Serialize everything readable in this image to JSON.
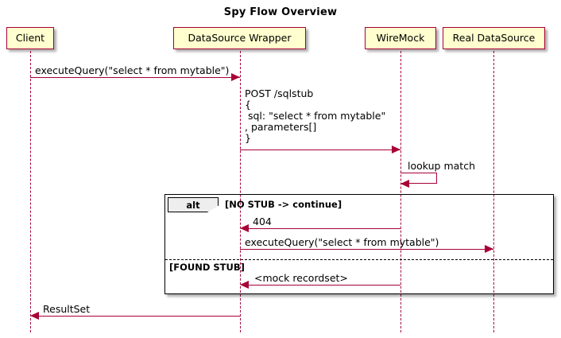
{
  "diagram": {
    "title": "Spy Flow Overview",
    "type": "sequence-diagram",
    "colors": {
      "participant_fill": "#FEFECE",
      "participant_border": "#A80036",
      "arrow": "#A80036",
      "frame_border": "#000000",
      "frame_tab_fill": "#EEEEEE",
      "background": "#FFFFFF"
    }
  },
  "participants": [
    {
      "id": "client",
      "label": "Client"
    },
    {
      "id": "wrapper",
      "label": "DataSource Wrapper"
    },
    {
      "id": "wiremock",
      "label": "WireMock"
    },
    {
      "id": "realds",
      "label": "Real DataSource"
    }
  ],
  "messages": [
    {
      "id": "m1",
      "label": "executeQuery(\"select * from mytable\")",
      "from": "client",
      "to": "wrapper",
      "direction": "right"
    },
    {
      "id": "m2",
      "label": "POST /sqlstub\n{\n sql: \"select * from mytable\"\n, parameters[]\n}",
      "from": "wrapper",
      "to": "wiremock",
      "direction": "right"
    },
    {
      "id": "m3",
      "label": "lookup match",
      "from": "wiremock",
      "to": "wiremock",
      "direction": "self"
    },
    {
      "id": "m4",
      "label": "404",
      "from": "wiremock",
      "to": "wrapper",
      "direction": "left"
    },
    {
      "id": "m5",
      "label": "executeQuery(\"select * from mytable\")",
      "from": "wrapper",
      "to": "realds",
      "direction": "right"
    },
    {
      "id": "m6",
      "label": "<mock recordset>",
      "from": "wiremock",
      "to": "wrapper",
      "direction": "left"
    },
    {
      "id": "m7",
      "label": "ResultSet",
      "from": "wrapper",
      "to": "client",
      "direction": "left"
    }
  ],
  "fragment": {
    "operator": "alt",
    "branches": [
      {
        "condition": "[NO STUB -> continue]"
      },
      {
        "condition": "[FOUND STUB]"
      }
    ]
  }
}
